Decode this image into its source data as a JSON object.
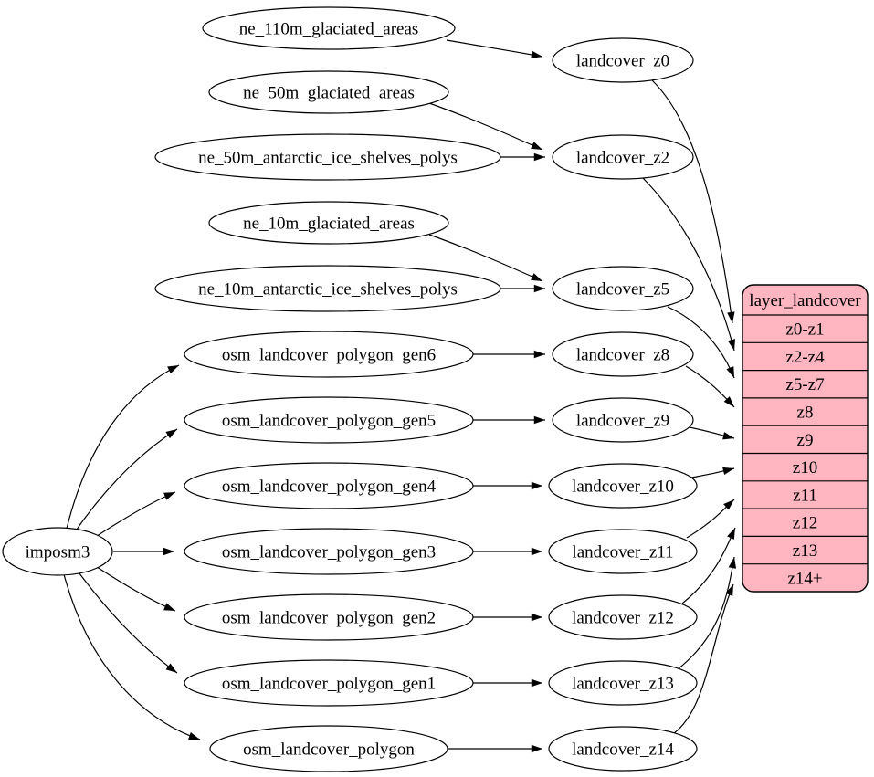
{
  "diagram": {
    "kind": "etl-flow-graph",
    "colors": {
      "background": "#ffffff",
      "node_fill": "#ffffff",
      "node_stroke": "#000000",
      "edge": "#000000",
      "record_fill": "#ffb6c1",
      "text": "#000000"
    },
    "nodes": [
      {
        "id": "imposm3",
        "label": "imposm3"
      },
      {
        "id": "ne_110m_glaciated_areas",
        "label": "ne_110m_glaciated_areas"
      },
      {
        "id": "ne_50m_glaciated_areas",
        "label": "ne_50m_glaciated_areas"
      },
      {
        "id": "ne_50m_antarctic_ice_shelves_polys",
        "label": "ne_50m_antarctic_ice_shelves_polys"
      },
      {
        "id": "ne_10m_glaciated_areas",
        "label": "ne_10m_glaciated_areas"
      },
      {
        "id": "ne_10m_antarctic_ice_shelves_polys",
        "label": "ne_10m_antarctic_ice_shelves_polys"
      },
      {
        "id": "osm_landcover_polygon_gen6",
        "label": "osm_landcover_polygon_gen6"
      },
      {
        "id": "osm_landcover_polygon_gen5",
        "label": "osm_landcover_polygon_gen5"
      },
      {
        "id": "osm_landcover_polygon_gen4",
        "label": "osm_landcover_polygon_gen4"
      },
      {
        "id": "osm_landcover_polygon_gen3",
        "label": "osm_landcover_polygon_gen3"
      },
      {
        "id": "osm_landcover_polygon_gen2",
        "label": "osm_landcover_polygon_gen2"
      },
      {
        "id": "osm_landcover_polygon_gen1",
        "label": "osm_landcover_polygon_gen1"
      },
      {
        "id": "osm_landcover_polygon",
        "label": "osm_landcover_polygon"
      },
      {
        "id": "landcover_z0",
        "label": "landcover_z0"
      },
      {
        "id": "landcover_z2",
        "label": "landcover_z2"
      },
      {
        "id": "landcover_z5",
        "label": "landcover_z5"
      },
      {
        "id": "landcover_z8",
        "label": "landcover_z8"
      },
      {
        "id": "landcover_z9",
        "label": "landcover_z9"
      },
      {
        "id": "landcover_z10",
        "label": "landcover_z10"
      },
      {
        "id": "landcover_z11",
        "label": "landcover_z11"
      },
      {
        "id": "landcover_z12",
        "label": "landcover_z12"
      },
      {
        "id": "landcover_z13",
        "label": "landcover_z13"
      },
      {
        "id": "landcover_z14",
        "label": "landcover_z14"
      }
    ],
    "record": {
      "id": "layer_landcover",
      "title": "layer_landcover",
      "rows": [
        "z0-z1",
        "z2-z4",
        "z5-z7",
        "z8",
        "z9",
        "z10",
        "z11",
        "z12",
        "z13",
        "z14+"
      ]
    },
    "edges": [
      {
        "from": "imposm3",
        "to": "osm_landcover_polygon_gen6"
      },
      {
        "from": "imposm3",
        "to": "osm_landcover_polygon_gen5"
      },
      {
        "from": "imposm3",
        "to": "osm_landcover_polygon_gen4"
      },
      {
        "from": "imposm3",
        "to": "osm_landcover_polygon_gen3"
      },
      {
        "from": "imposm3",
        "to": "osm_landcover_polygon_gen2"
      },
      {
        "from": "imposm3",
        "to": "osm_landcover_polygon_gen1"
      },
      {
        "from": "imposm3",
        "to": "osm_landcover_polygon"
      },
      {
        "from": "ne_110m_glaciated_areas",
        "to": "landcover_z0"
      },
      {
        "from": "ne_50m_glaciated_areas",
        "to": "landcover_z2"
      },
      {
        "from": "ne_50m_antarctic_ice_shelves_polys",
        "to": "landcover_z2"
      },
      {
        "from": "ne_10m_glaciated_areas",
        "to": "landcover_z5"
      },
      {
        "from": "ne_10m_antarctic_ice_shelves_polys",
        "to": "landcover_z5"
      },
      {
        "from": "osm_landcover_polygon_gen6",
        "to": "landcover_z8"
      },
      {
        "from": "osm_landcover_polygon_gen5",
        "to": "landcover_z9"
      },
      {
        "from": "osm_landcover_polygon_gen4",
        "to": "landcover_z10"
      },
      {
        "from": "osm_landcover_polygon_gen3",
        "to": "landcover_z11"
      },
      {
        "from": "osm_landcover_polygon_gen2",
        "to": "landcover_z12"
      },
      {
        "from": "osm_landcover_polygon_gen1",
        "to": "landcover_z13"
      },
      {
        "from": "osm_landcover_polygon",
        "to": "landcover_z14"
      },
      {
        "from": "landcover_z0",
        "to": "layer_landcover:z0-z1"
      },
      {
        "from": "landcover_z2",
        "to": "layer_landcover:z2-z4"
      },
      {
        "from": "landcover_z5",
        "to": "layer_landcover:z5-z7"
      },
      {
        "from": "landcover_z8",
        "to": "layer_landcover:z8"
      },
      {
        "from": "landcover_z9",
        "to": "layer_landcover:z9"
      },
      {
        "from": "landcover_z10",
        "to": "layer_landcover:z10"
      },
      {
        "from": "landcover_z11",
        "to": "layer_landcover:z11"
      },
      {
        "from": "landcover_z12",
        "to": "layer_landcover:z12"
      },
      {
        "from": "landcover_z13",
        "to": "layer_landcover:z13"
      },
      {
        "from": "landcover_z14",
        "to": "layer_landcover:z14+"
      }
    ]
  }
}
